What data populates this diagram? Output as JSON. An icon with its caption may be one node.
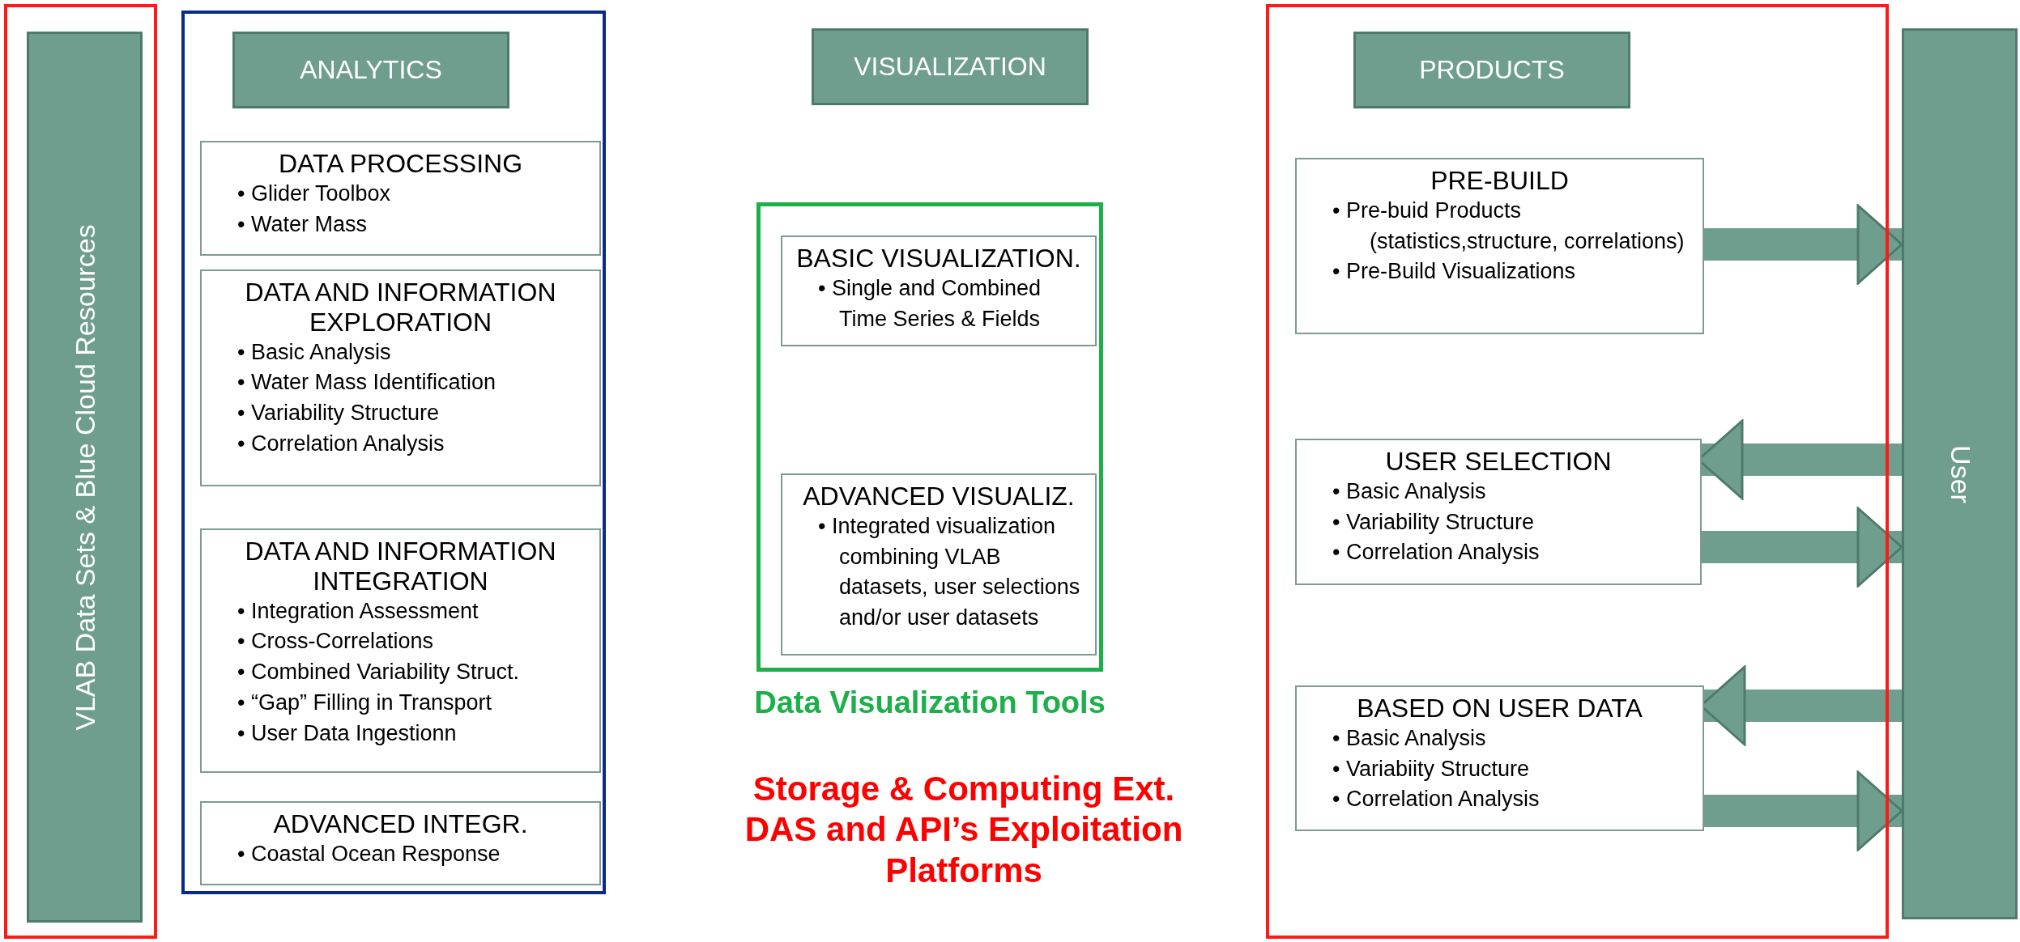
{
  "diagram": {
    "nodes": [
      {
        "text": [],
        "shape": "box"
      },
      {
        "text": [
          "VLAB Data Sets & Blue Cloud Resources"
        ],
        "in": 0
      },
      {
        "text": [],
        "shape": "box"
      },
      {
        "text": [
          "ANALYTICS"
        ],
        "in": 2
      },
      {
        "text": [
          "DATA PROCESSING",
          "• Glider Toolbox",
          "• Water Mass"
        ],
        "in": 2
      },
      {
        "text": [
          "DATA AND INFORMATION EXPLORATION",
          "• Basic Analysis",
          "• Water Mass Identification",
          "• Variability Structure",
          "• Correlation Analysis"
        ],
        "in": 2
      },
      {
        "text": [
          "DATA AND INFORMATION INTEGRATION",
          "• Integration Assessment",
          "• Cross-Correlations",
          "• Combined Variability Struct.",
          "• “Gap” Filling in Transport",
          "• User Data Ingestionn"
        ],
        "in": 2
      },
      {
        "text": [
          "ADVANCED INTEGR.",
          "• Coastal Ocean Response"
        ],
        "in": 2
      },
      {
        "text": [
          "VISUALIZATION"
        ]
      },
      {
        "text": [
          "Data Visualization Tools"
        ]
      },
      {
        "text": [
          "BASIC VISUALIZATION.",
          "• Single and Combined Time Series & Fields"
        ],
        "in": 9
      },
      {
        "text": [
          "ADVANCED VISUALIZ.",
          "• Integrated visualization combining VLAB datasets, user selections and/or user datasets"
        ],
        "in": 9
      },
      {
        "text": [],
        "shape": "box"
      },
      {
        "text": [
          "PRODUCTS"
        ],
        "in": 12
      },
      {
        "text": [
          "PRE-BUILD",
          "• Pre-buid Products (statistics,structure, correlations)",
          "• Pre-Build Visualizations"
        ],
        "in": 12
      },
      {
        "text": [
          "USER SELECTION",
          "• Basic Analysis",
          "• Variability Structure",
          "• Correlation Analysis"
        ],
        "in": 12
      },
      {
        "text": [
          "BASED ON USER DATA",
          "• Basic Analysis",
          "• Variabiity Structure",
          "• Correlation Analysis"
        ],
        "in": 12
      },
      {
        "text": [
          "User"
        ]
      }
    ],
    "edges": [
      {
        "from": 14,
        "to": 17,
        "arrow": "to"
      },
      {
        "from": 17,
        "to": 15,
        "arrow": "to"
      },
      {
        "from": 15,
        "to": 17,
        "arrow": "to"
      },
      {
        "from": 17,
        "to": 16,
        "arrow": "to"
      },
      {
        "from": 16,
        "to": 17,
        "arrow": "to"
      }
    ],
    "labels": [
      "Storage & Computing Ext. DAS and API’s Exploitation Platforms"
    ]
  }
}
